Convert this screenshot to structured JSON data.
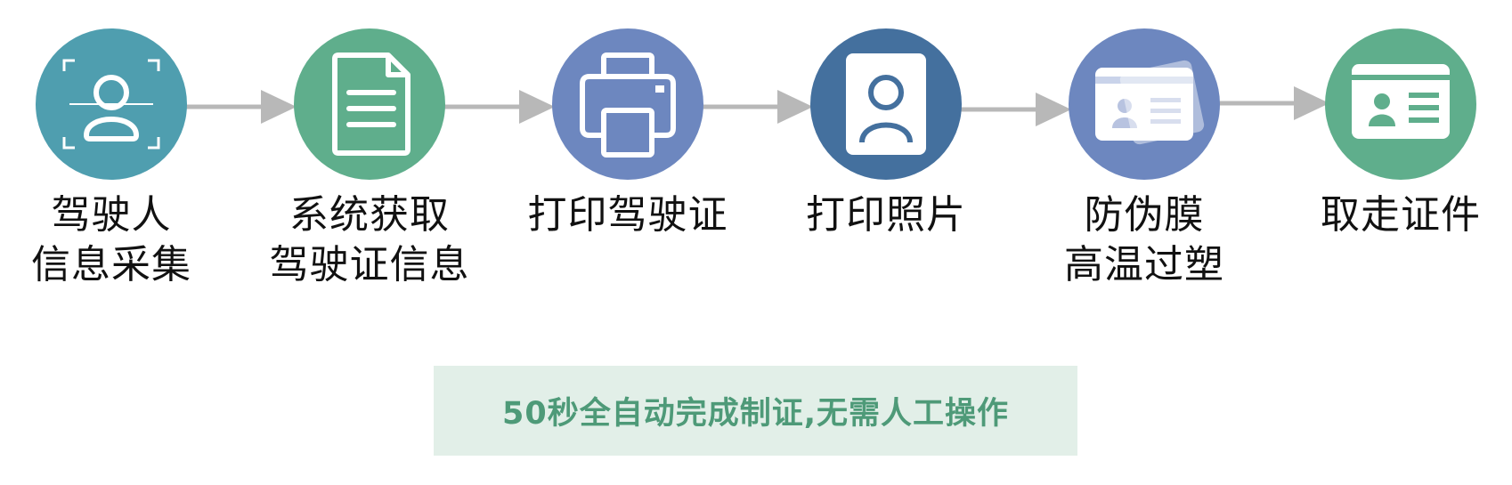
{
  "colors": {
    "teal": "#4f9eaf",
    "green": "#5fae8c",
    "blue": "#6d87bf",
    "navy": "#44709e",
    "arrow": "#b8b8b8",
    "footer_bg": "#e2efe8",
    "footer_text": "#4e9a78"
  },
  "steps": [
    {
      "icon": "scan-person-icon",
      "line1": "驾驶人",
      "line2": "信息采集"
    },
    {
      "icon": "document-icon",
      "line1": "系统获取",
      "line2": "驾驶证信息"
    },
    {
      "icon": "printer-icon",
      "line1": "打印驾驶证",
      "line2": ""
    },
    {
      "icon": "photo-portrait-icon",
      "line1": "打印照片",
      "line2": ""
    },
    {
      "icon": "laminated-card-icon",
      "line1": "防伪膜",
      "line2": "高温过塑"
    },
    {
      "icon": "id-card-icon",
      "line1": "取走证件",
      "line2": ""
    }
  ],
  "footer": {
    "text": "50秒全自动完成制证,无需人工操作"
  }
}
